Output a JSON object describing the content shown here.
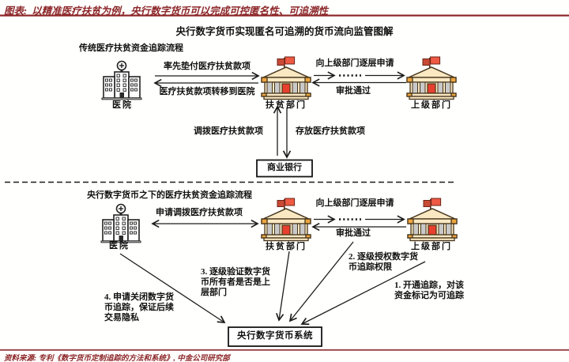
{
  "header": {
    "prefix": "图表:",
    "title": "以精准医疗扶贫为例，央行数字货币可以完成可控匿名性、可追溯性"
  },
  "diagram_title": "央行数字货币实现匿名可追溯的货币流向监管图解",
  "colors": {
    "accent_dark_red": "#8c2629",
    "flag_red": "#ee5a43",
    "building_cream": "#f9e8c2",
    "building_orange": "#eda53f",
    "door_red": "#e8402e",
    "line_black": "#1c1c1c"
  },
  "traditional_flow": {
    "section_title": "传统医疗扶贫资金追踪流程",
    "hospital": "医院",
    "poverty_dept": "扶贫部门",
    "superior_dept": "上级部门",
    "commercial_bank": "商业银行",
    "label_advance": "率先垫付医疗扶贫款项",
    "label_transfer": "医疗扶贫款项转移到医院",
    "label_apply_up": "向上级部门逐层申请",
    "label_approved": "审批通过",
    "label_allocate": "调拨医疗扶贫款项",
    "label_deposit": "存放医疗扶贫款项"
  },
  "cbdc_flow": {
    "section_title": "央行数字货币之下的医疗扶贫资金追踪流程",
    "hospital": "医院",
    "poverty_dept": "扶贫部门",
    "superior_dept": "上级部门",
    "cbdc_system": "央行数字货币系统",
    "label_request": "申请调拨医疗扶贫款项",
    "label_apply_up": "向上级部门逐层申请",
    "label_approved": "审批通过",
    "note1": "1. 开通追踪，对该资金标记为可追踪",
    "note2": "2. 逐级授权数字货币追踪权限",
    "note3": "3. 逐级验证数字货币所有者是否是上层部门",
    "note4": "4. 申请关闭数字货币追踪，保证后续交易隐私"
  },
  "footer": {
    "source": "资料来源: 专利《数字货币定制追踪的方法和系统》, 中金公司研究部"
  }
}
